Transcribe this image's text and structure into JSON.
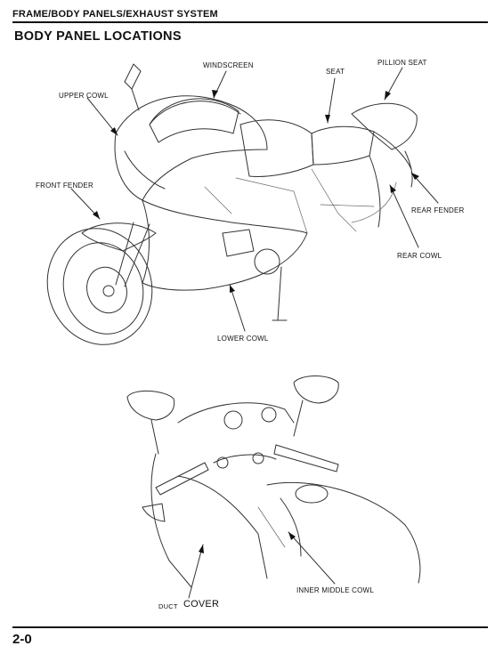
{
  "header": {
    "section_title": "FRAME/BODY PANELS/EXHAUST SYSTEM"
  },
  "page": {
    "title": "BODY PANEL LOCATIONS",
    "number": "2-0"
  },
  "labels": {
    "windscreen": "WINDSCREEN",
    "seat": "SEAT",
    "pillion_seat": "PILLION SEAT",
    "upper_cowl": "UPPER COWL",
    "front_fender": "FRONT FENDER",
    "rear_fender": "REAR FENDER",
    "rear_cowl": "REAR COWL",
    "lower_cowl": "LOWER COWL",
    "inner_middle_cowl": "INNER MIDDLE COWL",
    "duct_cover_duct": "DUCT",
    "duct_cover_cover": "COVER"
  },
  "colors": {
    "ink": "#111111",
    "paper": "#ffffff"
  }
}
